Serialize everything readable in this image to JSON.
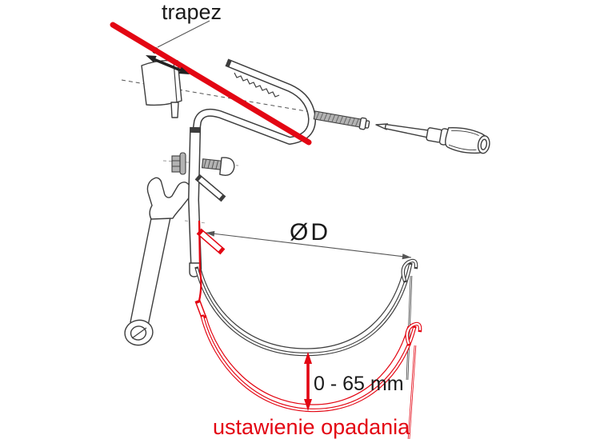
{
  "diagram": {
    "labels": {
      "trapez": "trapez",
      "diameter": "ØD",
      "adjustment_range": "0 - 65 mm",
      "slope_caption": "ustawienie opadania"
    },
    "colors": {
      "highlight-red": "#e30613",
      "outline": "#3d3d3d",
      "dim-line": "#555555",
      "metal-fill": "#b3b3b3",
      "text-dark": "#1a1a1a",
      "background": "#ffffff"
    },
    "components": [
      "trapez-sheet-edge-line",
      "slide-direction-arrow",
      "clamp-wedge-block",
      "serrated-clamp-hook",
      "bracket-strap",
      "flange-nut",
      "carriage-bolt",
      "adjustment-tab",
      "adjustment-tab-lowered",
      "open-end-wrench",
      "self-tapping-screw",
      "screwdriver",
      "gutter-profile-upper-position",
      "gutter-profile-lowered-position",
      "diameter-dimension",
      "drop-range-arrow"
    ]
  }
}
